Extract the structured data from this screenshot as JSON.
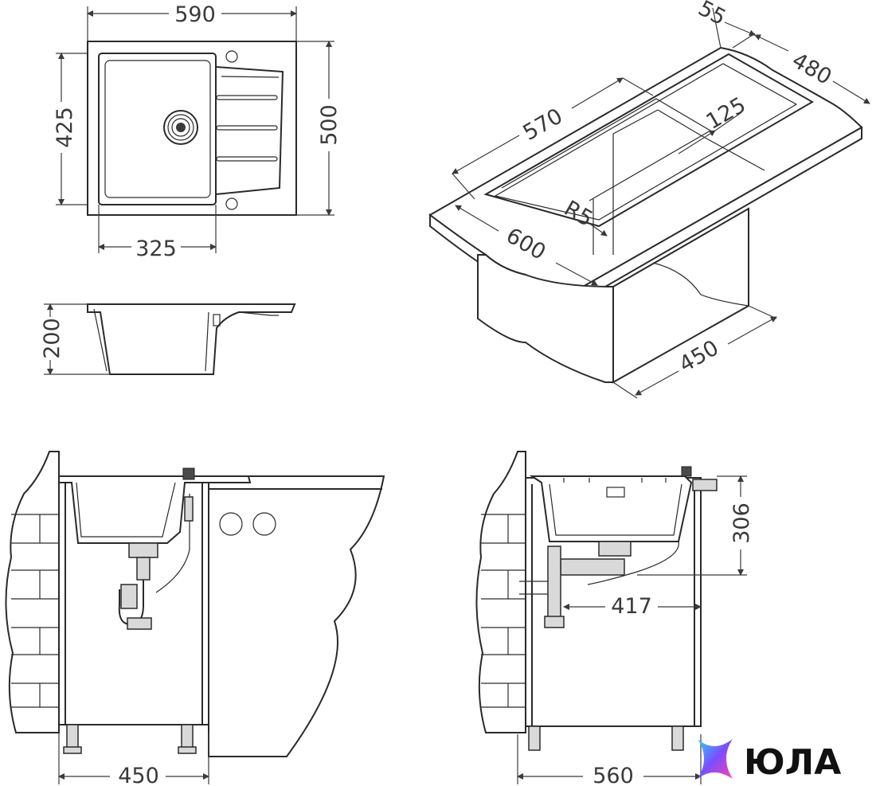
{
  "top_view": {
    "width": "590",
    "depth": "500",
    "bowl_depth": "425",
    "bowl_width": "325"
  },
  "side_view": {
    "height": "200"
  },
  "perspective_view": {
    "rim": "55",
    "depth": "480",
    "length": "570",
    "offset": "125",
    "radius": "R5",
    "width": "600",
    "cabinet_depth": "450"
  },
  "front_install": {
    "cabinet_width": "450"
  },
  "side_install": {
    "sink_height": "306",
    "drain_offset": "417",
    "cabinet_depth": "560"
  },
  "brand": {
    "name": "ЮЛА",
    "gradient": [
      "#2ad1ff",
      "#7b4dff",
      "#ff3fb4"
    ]
  }
}
